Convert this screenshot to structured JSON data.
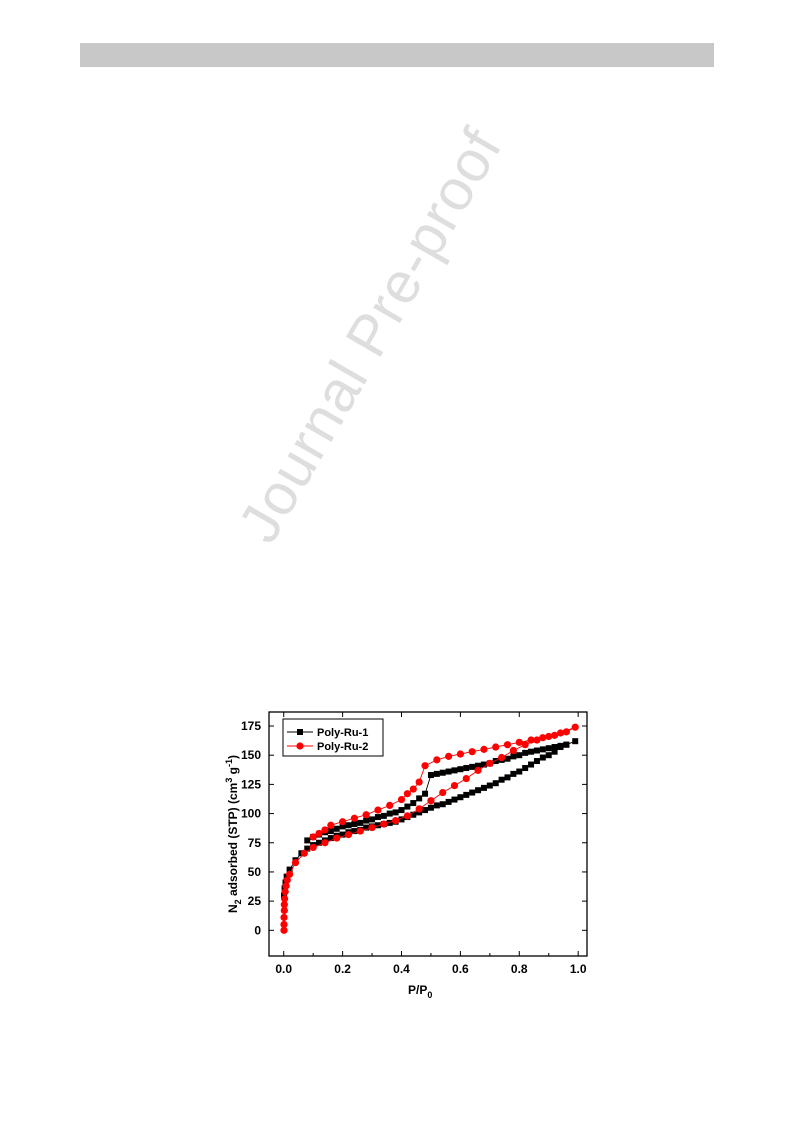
{
  "page": {
    "watermark": "Journal Pre-proof"
  },
  "chart_data": {
    "type": "scatter",
    "xlabel": "P/P",
    "xlabel_sub": "0",
    "ylabel_parts": [
      "N",
      "2",
      " adsorbed (STP) (cm",
      "3",
      " g",
      "-1",
      ")"
    ],
    "xlim": [
      -0.05,
      1.03
    ],
    "ylim": [
      -22,
      187
    ],
    "xticks": [
      0.0,
      0.2,
      0.4,
      0.6,
      0.8,
      1.0
    ],
    "xtick_labels": [
      "0.0",
      "0.2",
      "0.4",
      "0.6",
      "0.8",
      "1.0"
    ],
    "yticks": [
      0,
      25,
      50,
      75,
      100,
      125,
      150,
      175
    ],
    "ytick_labels": [
      "0",
      "25",
      "50",
      "75",
      "100",
      "125",
      "150",
      "175"
    ],
    "legend_position": "top-left",
    "series": [
      {
        "name": "Poly-Ru-1",
        "color": "#000000",
        "marker": "square",
        "x": [
          0.001,
          0.003,
          0.006,
          0.01,
          0.02,
          0.04,
          0.06,
          0.08,
          0.1,
          0.12,
          0.14,
          0.16,
          0.18,
          0.2,
          0.22,
          0.24,
          0.26,
          0.28,
          0.3,
          0.32,
          0.34,
          0.36,
          0.38,
          0.4,
          0.42,
          0.44,
          0.46,
          0.48,
          0.5,
          0.52,
          0.54,
          0.56,
          0.58,
          0.6,
          0.62,
          0.64,
          0.66,
          0.68,
          0.7,
          0.72,
          0.74,
          0.76,
          0.78,
          0.8,
          0.82,
          0.84,
          0.86,
          0.88,
          0.9,
          0.92,
          0.94,
          0.96,
          0.99,
          0.96,
          0.94,
          0.92,
          0.9,
          0.88,
          0.86,
          0.84,
          0.82,
          0.8,
          0.78,
          0.76,
          0.74,
          0.72,
          0.7,
          0.68,
          0.66,
          0.64,
          0.62,
          0.6,
          0.58,
          0.56,
          0.54,
          0.52,
          0.5,
          0.48,
          0.46,
          0.44,
          0.42,
          0.4,
          0.38,
          0.36,
          0.34,
          0.32,
          0.3,
          0.28,
          0.26,
          0.24,
          0.22,
          0.2,
          0.18,
          0.16,
          0.14,
          0.12,
          0.1,
          0.08
        ],
        "y": [
          30,
          36,
          41,
          46,
          52,
          60,
          66,
          70,
          73,
          75,
          77,
          79,
          81,
          82,
          84,
          85,
          86,
          88,
          89,
          90,
          91,
          92,
          93,
          95,
          97,
          99,
          101,
          103,
          105,
          107,
          108,
          110,
          112,
          114,
          116,
          118,
          120,
          122,
          124,
          126,
          129,
          131,
          134,
          136,
          139,
          142,
          145,
          148,
          150,
          153,
          157,
          159,
          162,
          159,
          158,
          157,
          156,
          155,
          154,
          153,
          152,
          150,
          149,
          147,
          146,
          145,
          143,
          142,
          141,
          140,
          139,
          138,
          137,
          136,
          135,
          134,
          133,
          117,
          113,
          109,
          106,
          103,
          101,
          100,
          98,
          97,
          95,
          94,
          92,
          91,
          90,
          89,
          87,
          85,
          84,
          82,
          80,
          77
        ]
      },
      {
        "name": "Poly-Ru-2",
        "color": "#ff0000",
        "marker": "circle",
        "x": [
          0.001,
          0.001,
          0.001,
          0.002,
          0.002,
          0.003,
          0.005,
          0.008,
          0.012,
          0.02,
          0.04,
          0.07,
          0.1,
          0.14,
          0.18,
          0.22,
          0.26,
          0.3,
          0.34,
          0.38,
          0.42,
          0.46,
          0.5,
          0.54,
          0.58,
          0.62,
          0.66,
          0.7,
          0.74,
          0.78,
          0.82,
          0.86,
          0.9,
          0.94,
          0.99,
          0.96,
          0.92,
          0.88,
          0.84,
          0.8,
          0.76,
          0.72,
          0.68,
          0.64,
          0.6,
          0.56,
          0.52,
          0.48,
          0.46,
          0.44,
          0.42,
          0.4,
          0.36,
          0.32,
          0.28,
          0.24,
          0.2,
          0.16,
          0.14,
          0.12,
          0.1
        ],
        "y": [
          0,
          5,
          11,
          17,
          22,
          27,
          33,
          38,
          43,
          48,
          58,
          66,
          71,
          75,
          79,
          82,
          85,
          88,
          91,
          94,
          98,
          104,
          111,
          118,
          124,
          130,
          137,
          143,
          148,
          154,
          159,
          163,
          166,
          169,
          174,
          170,
          167,
          165,
          163,
          161,
          159,
          157,
          155,
          153,
          151,
          149,
          146,
          141,
          127,
          121,
          117,
          112,
          107,
          103,
          99,
          96,
          93,
          90,
          86,
          83,
          80
        ]
      }
    ]
  }
}
